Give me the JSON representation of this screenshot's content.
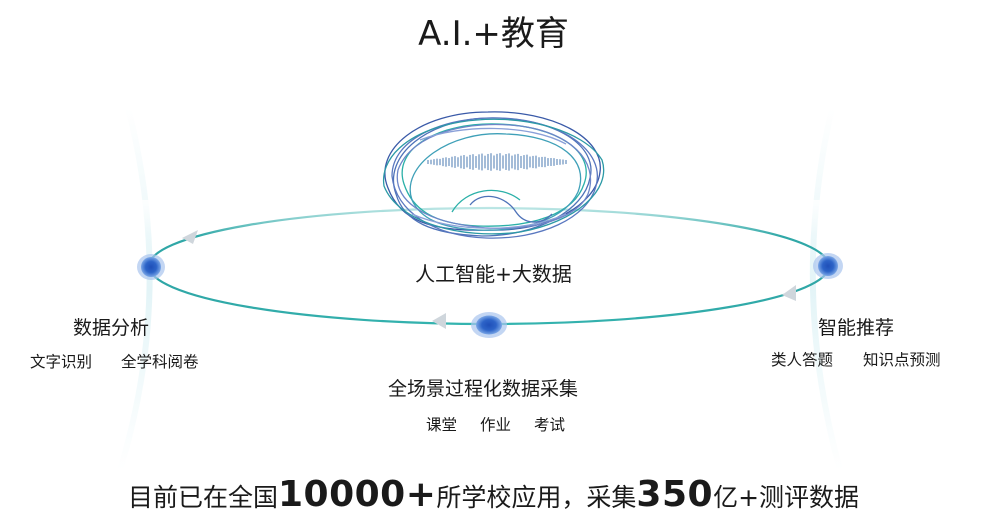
{
  "title": "A.I.+教育",
  "center": {
    "label": "人工智能+大数据"
  },
  "nodes": [
    {
      "title": "数据分析",
      "items": [
        "文字识别",
        "全学科阅卷"
      ]
    },
    {
      "title": "全场景过程化数据采集",
      "items": [
        "课堂",
        "作业",
        "考试"
      ]
    },
    {
      "title": "智能推荐",
      "items": [
        "类人答题",
        "知识点预测"
      ]
    }
  ],
  "footer": {
    "prefix": "目前已在全国",
    "schools_count": "10000+",
    "middle": "所学校应用，采集",
    "records_count": "350",
    "suffix": "亿+测评数据"
  },
  "colors": {
    "ring": "#2fa6a6",
    "node": "#2a5cc0",
    "node_halo": "#a9c4ee",
    "brain_blue": "#3a5aa8",
    "brain_teal": "#2bb0a8",
    "arrow": "#cfd6dc"
  },
  "icons": [
    "brain-waveform-icon",
    "ring-arrow-icon"
  ]
}
